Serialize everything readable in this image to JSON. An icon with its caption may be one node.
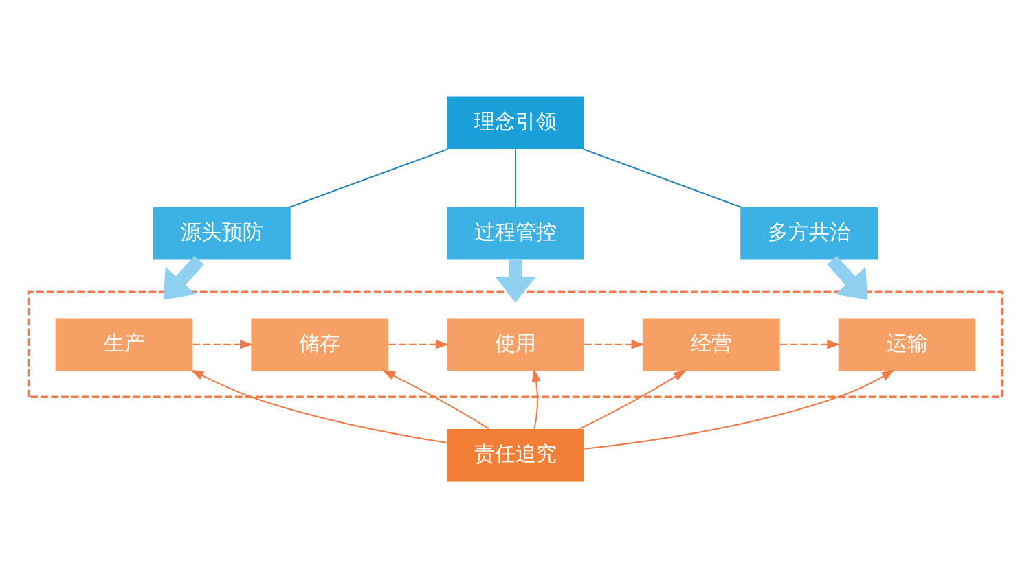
{
  "diagram": {
    "nodes": [
      {
        "text": [
          "理念引领"
        ]
      },
      {
        "text": [
          "源头预防"
        ]
      },
      {
        "text": [
          "过程管控"
        ]
      },
      {
        "text": [
          "多方共治"
        ]
      },
      {
        "text": [],
        "shape": "box"
      },
      {
        "text": [
          "生产"
        ],
        "in": 4
      },
      {
        "text": [
          "储存"
        ],
        "in": 4
      },
      {
        "text": [
          "使用"
        ],
        "in": 4
      },
      {
        "text": [
          "经营"
        ],
        "in": 4
      },
      {
        "text": [
          "运输"
        ],
        "in": 4
      },
      {
        "text": [
          "责任追究"
        ]
      }
    ],
    "edges": [
      {
        "from": 0,
        "to": 1,
        "arrow": "none",
        "color": "#2a86b8"
      },
      {
        "from": 0,
        "to": 2,
        "arrow": "none",
        "color": "#2a86b8"
      },
      {
        "from": 0,
        "to": 3,
        "arrow": "none",
        "color": "#2a86b8"
      },
      {
        "from": 1,
        "to": 4,
        "arrow": "to",
        "style": "thick",
        "color": "#8fd0f0"
      },
      {
        "from": 2,
        "to": 4,
        "arrow": "to",
        "style": "thick",
        "color": "#8fd0f0"
      },
      {
        "from": 3,
        "to": 4,
        "arrow": "to",
        "style": "thick",
        "color": "#8fd0f0"
      },
      {
        "from": 5,
        "to": 6,
        "arrow": "to",
        "style": "dashed"
      },
      {
        "from": 6,
        "to": 7,
        "arrow": "to",
        "style": "dashed"
      },
      {
        "from": 7,
        "to": 8,
        "arrow": "to",
        "style": "dashed"
      },
      {
        "from": 8,
        "to": 9,
        "arrow": "to",
        "style": "dashed"
      },
      {
        "from": 10,
        "to": 5,
        "arrow": "to"
      },
      {
        "from": 10,
        "to": 6,
        "arrow": "to"
      },
      {
        "from": 10,
        "to": 7,
        "arrow": "to"
      },
      {
        "from": 10,
        "to": 8,
        "arrow": "to"
      },
      {
        "from": 10,
        "to": 9,
        "arrow": "to"
      }
    ]
  }
}
